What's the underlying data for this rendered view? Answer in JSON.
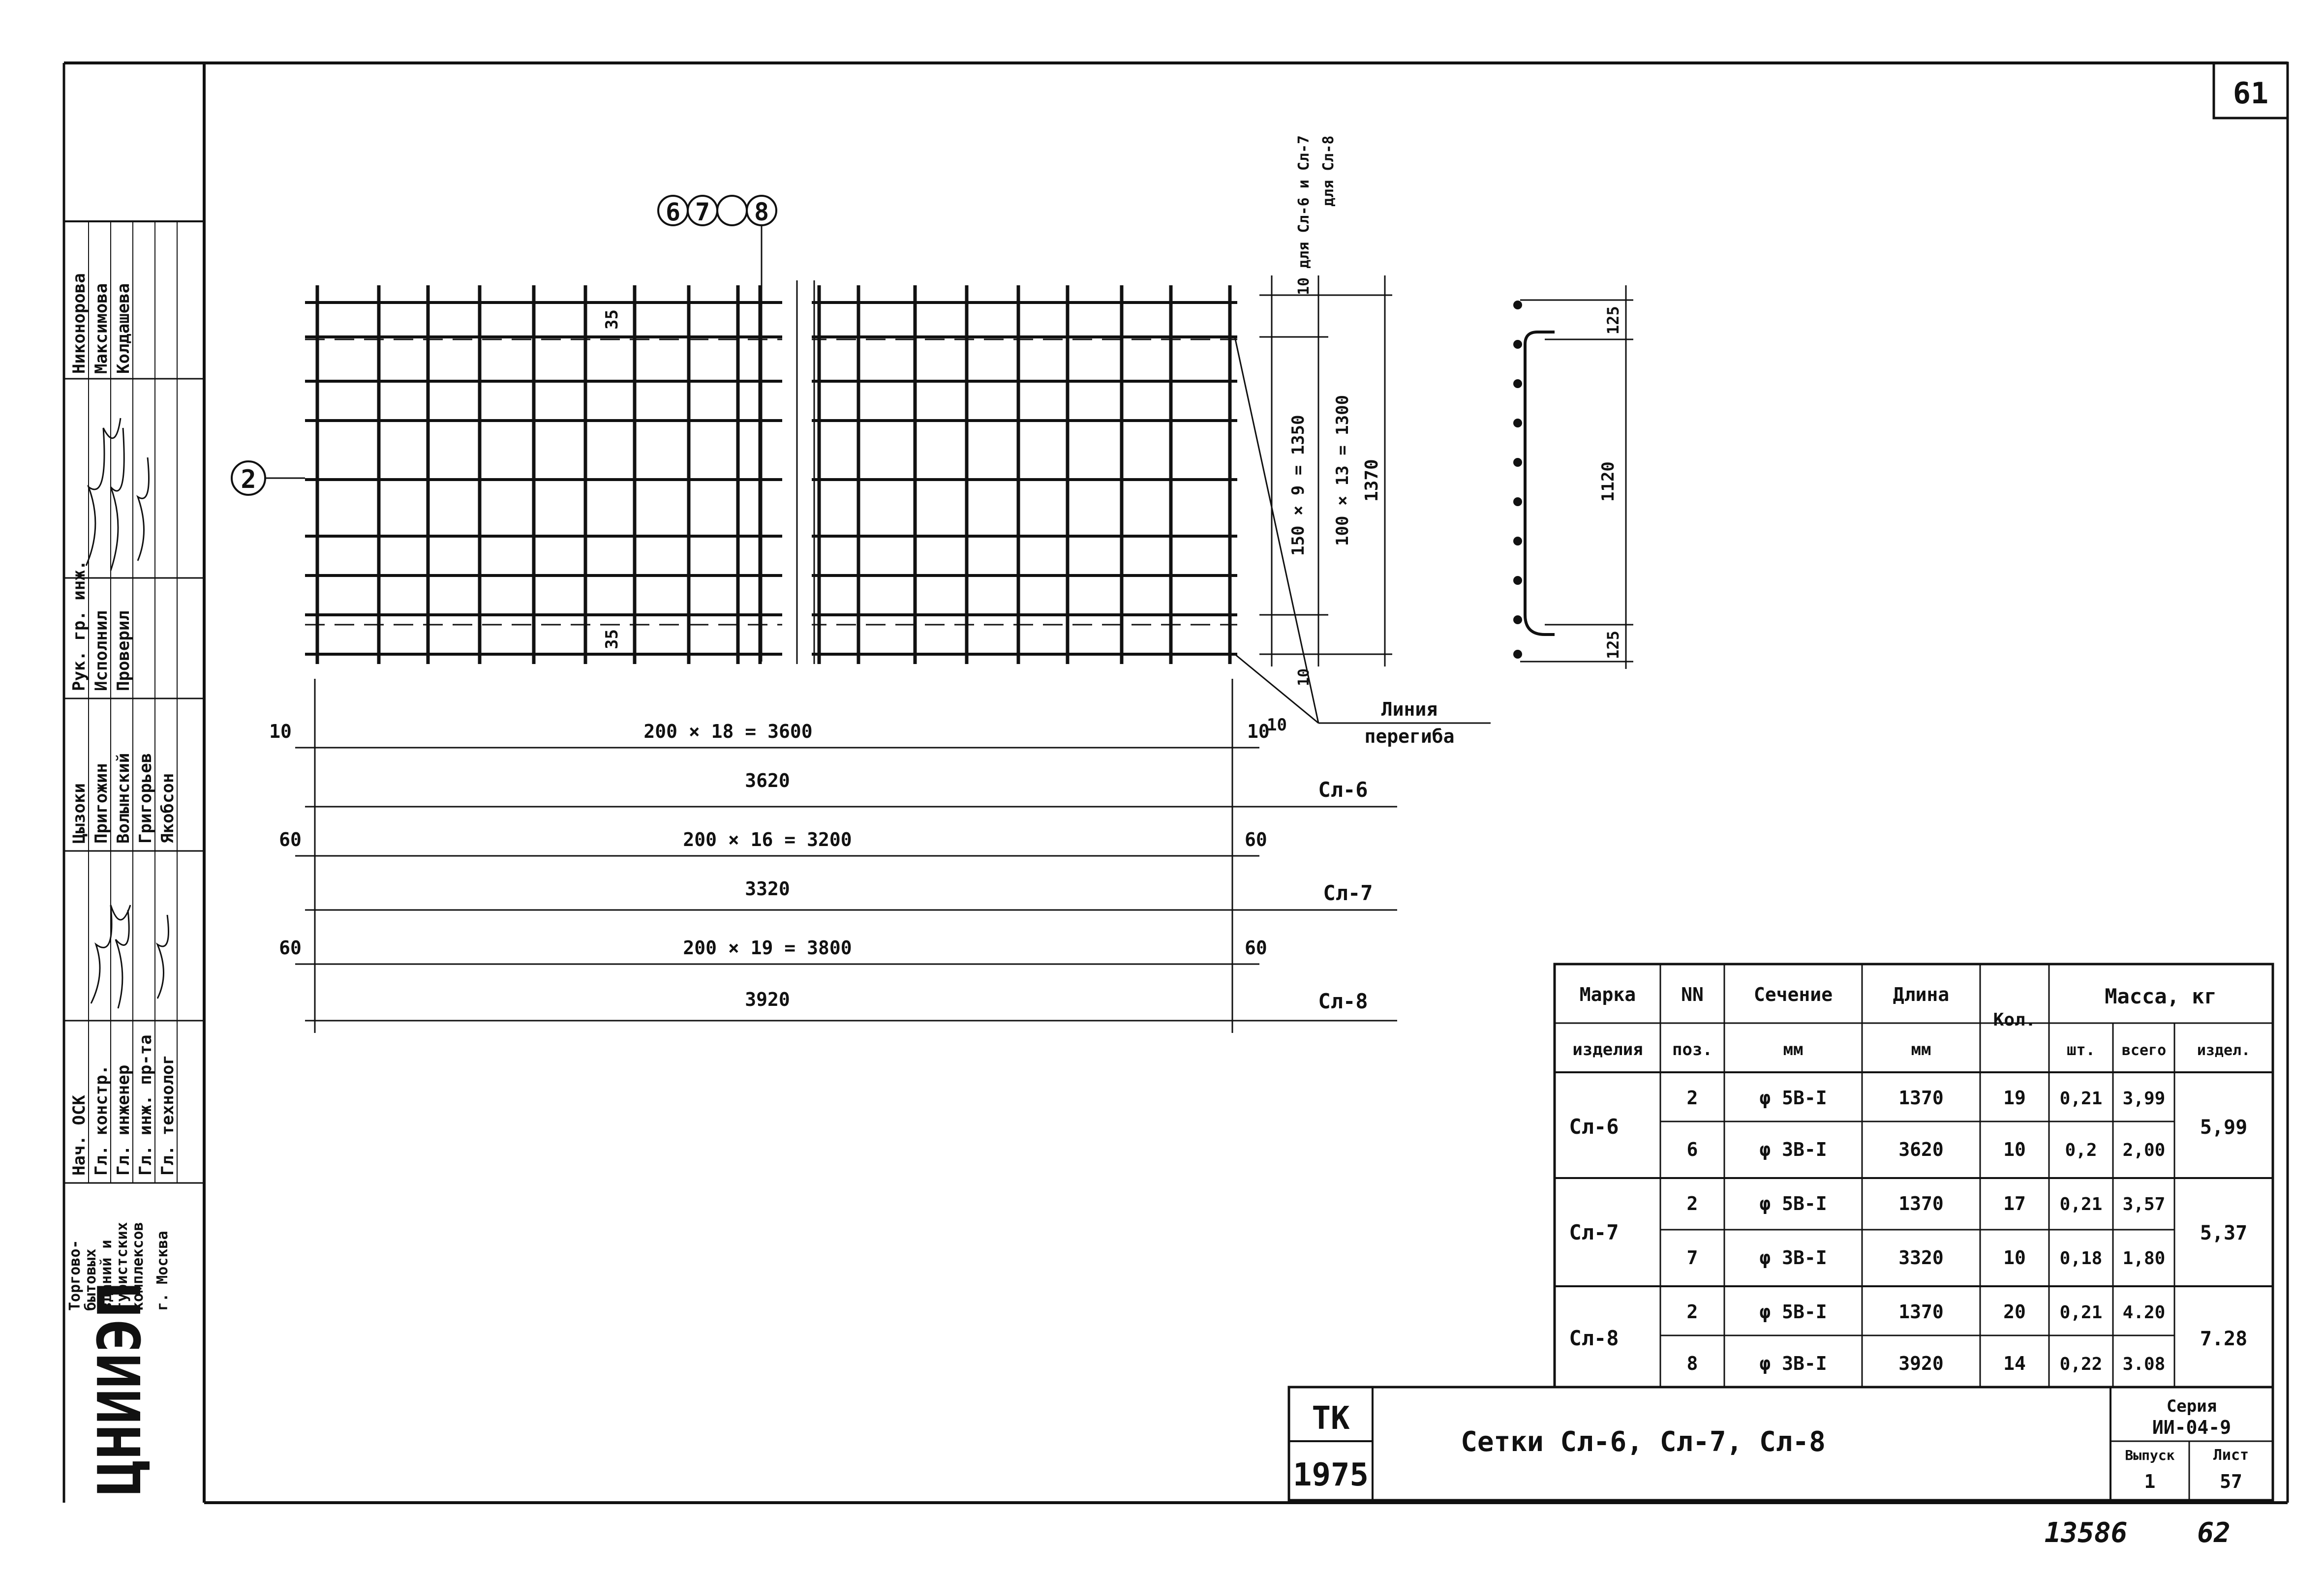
{
  "sheet_number": "61",
  "bottom_note": "13586",
  "bottom_page": "62",
  "callouts": {
    "top": [
      "6",
      "7",
      "8"
    ],
    "left": "2"
  },
  "notes": {
    "cut_top_a": "10 для Сл-6 и Сл-7",
    "cut_top_b": "для Сл-8",
    "dim_35": "35",
    "dim_10": "10",
    "bend_label_1": "Линия",
    "bend_label_2": "перегиба",
    "side_dim_total": "1370",
    "side_dim_a": "150 × 9 = 1350",
    "side_dim_b": "100 × 13 = 1300",
    "section_top": "125",
    "section_mid": "1120",
    "section_bottom": "125"
  },
  "dimension_rows": [
    {
      "left": "10",
      "span": "200 × 18 = 3600",
      "right": "10",
      "total": "3620",
      "mark": "Сл-6"
    },
    {
      "left": "60",
      "span": "200 × 16 = 3200",
      "right": "60",
      "total": "3320",
      "mark": "Сл-7"
    },
    {
      "left": "60",
      "span": "200 × 19 = 3800",
      "right": "60",
      "total": "3920",
      "mark": "Сл-8"
    }
  ],
  "stamp": {
    "org_lines": [
      "Торгово-",
      "бытовых",
      "зданий и",
      "туристских",
      "комплексов",
      "г. Москва"
    ],
    "org_logo": "ЦНИИЭП",
    "roles": [
      "Нач. ОСК",
      "Гл. констр.",
      "Гл. инженер",
      "Гл. инж. пр-та",
      "Гл. технолог"
    ],
    "names_1": [
      "Цызоки",
      "Пригожин",
      "Волынский",
      "Григорьев",
      "Якобсон"
    ],
    "roles_2": [
      "Рук. гр. инж.",
      "Исполнил",
      "Проверил"
    ],
    "names_2": [
      "Никонорова",
      "Максимова",
      "Колдашева"
    ]
  },
  "spec_table": {
    "headers": {
      "mark_1": "Марка",
      "mark_2": "изделия",
      "pos_1": "NN",
      "pos_2": "поз.",
      "sec_1": "Сечение",
      "sec_2": "мм",
      "len_1": "Длина",
      "len_2": "мм",
      "qty": "Кол.",
      "mass": "Масса, кг",
      "mass_pc": "шт.",
      "mass_total": "всего",
      "mass_item": "издел."
    },
    "groups": [
      {
        "mark": "Сл-6",
        "item_mass": "5,99",
        "rows": [
          {
            "pos": "2",
            "section": "φ 5В-I",
            "length": "1370",
            "qty": "19",
            "unit": "0,21",
            "total": "3,99"
          },
          {
            "pos": "6",
            "section": "φ 3В-I",
            "length": "3620",
            "qty": "10",
            "unit": "0,2",
            "total": "2,00"
          }
        ]
      },
      {
        "mark": "Сл-7",
        "item_mass": "5,37",
        "rows": [
          {
            "pos": "2",
            "section": "φ 5В-I",
            "length": "1370",
            "qty": "17",
            "unit": "0,21",
            "total": "3,57"
          },
          {
            "pos": "7",
            "section": "φ 3В-I",
            "length": "3320",
            "qty": "10",
            "unit": "0,18",
            "total": "1,80"
          }
        ]
      },
      {
        "mark": "Сл-8",
        "item_mass": "7.28",
        "rows": [
          {
            "pos": "2",
            "section": "φ 5В-I",
            "length": "1370",
            "qty": "20",
            "unit": "0,21",
            "total": "4.20"
          },
          {
            "pos": "8",
            "section": "φ 3В-I",
            "length": "3920",
            "qty": "14",
            "unit": "0,22",
            "total": "3.08"
          }
        ]
      }
    ]
  },
  "title_block": {
    "tk": "ТК",
    "year": "1975",
    "title": "Сетки Сл-6, Сл-7, Сл-8",
    "series_label": "Серия",
    "series_value": "ИИ-04-9",
    "issue_label": "Выпуск",
    "issue_value": "1",
    "sheet_label": "Лист",
    "sheet_value": "57"
  }
}
